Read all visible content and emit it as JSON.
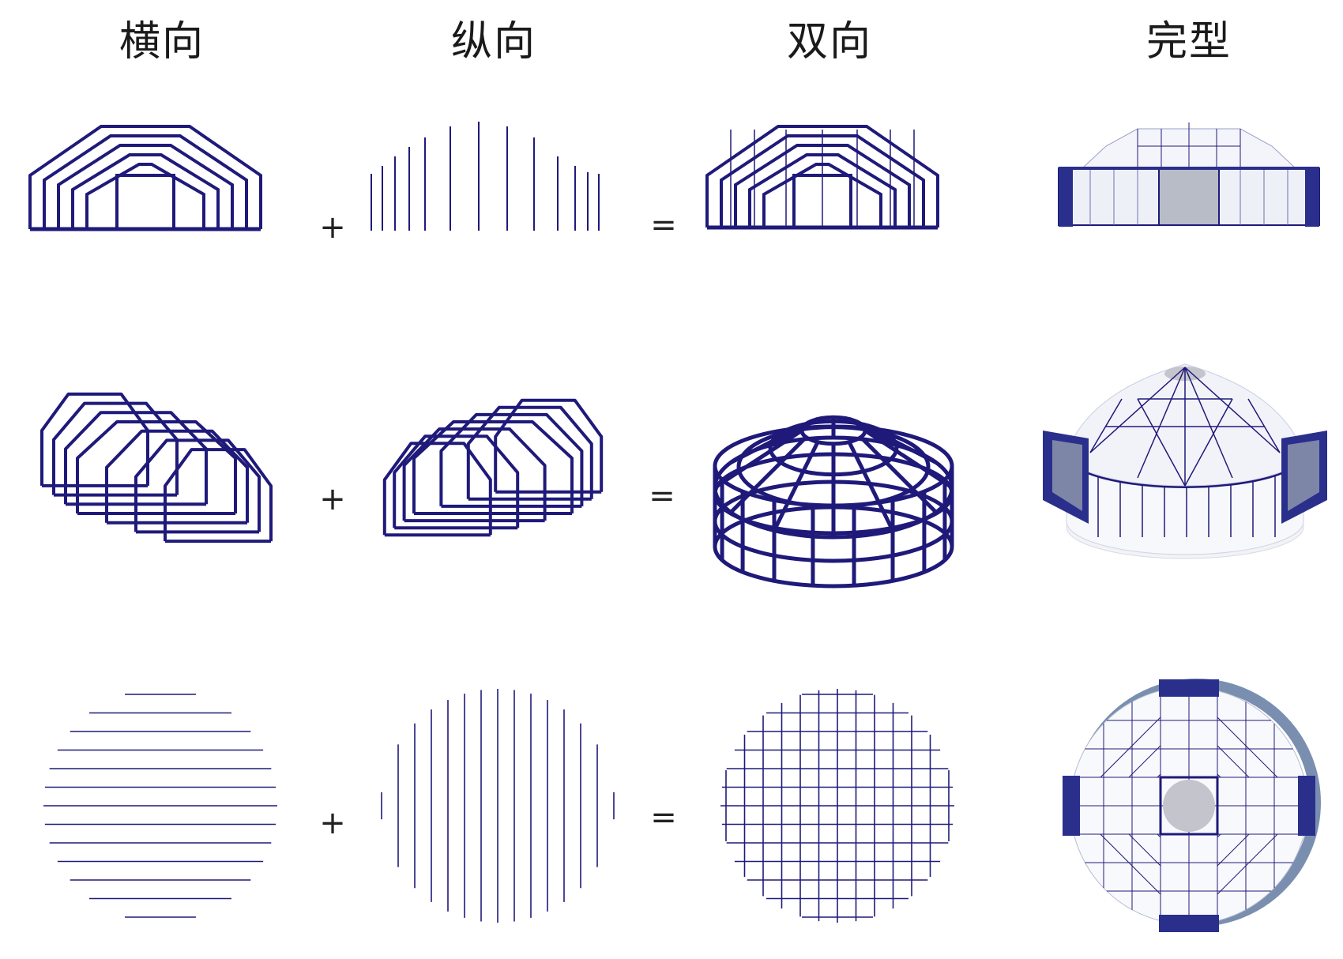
{
  "headers": {
    "horizontal": "横向",
    "vertical": "纵向",
    "bidirectional": "双向",
    "complete": "完型"
  },
  "operators": {
    "plus": "+",
    "equals": "="
  },
  "colors": {
    "frame": "#1f1a7a",
    "glass": "#eef0f8",
    "panel_dark": "#2a2f8c",
    "skylight": "#c4c4cc",
    "shadow": "#7a8fb0"
  }
}
